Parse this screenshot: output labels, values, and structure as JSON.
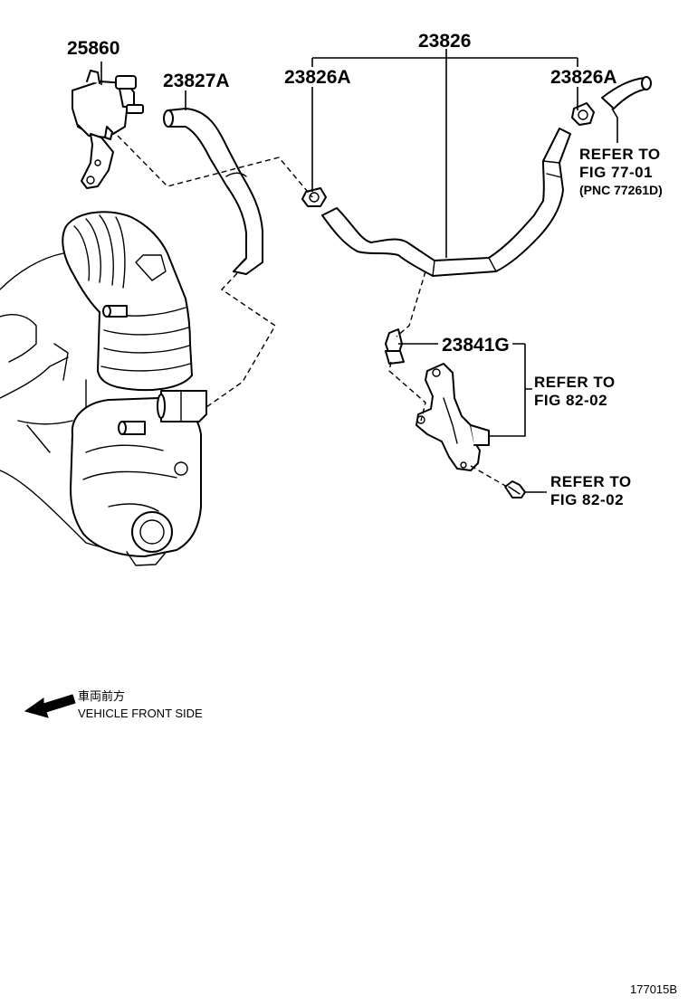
{
  "diagram": {
    "part_numbers": {
      "p25860": "25860",
      "p23827A": "23827A",
      "p23826": "23826",
      "p23826A_left": "23826A",
      "p23826A_right": "23826A",
      "p23841G": "23841G"
    },
    "references": {
      "ref1_line1": "REFER TO",
      "ref1_line2": "FIG 77-01",
      "ref1_line3": "(PNC 77261D)",
      "ref2_line1": "REFER TO",
      "ref2_line2": "FIG 82-02",
      "ref3_line1": "REFER TO",
      "ref3_line2": "FIG 82-02"
    },
    "front_indicator": {
      "japanese": "車両前方",
      "english": "VEHICLE FRONT SIDE"
    },
    "figure_id": "177015B"
  }
}
